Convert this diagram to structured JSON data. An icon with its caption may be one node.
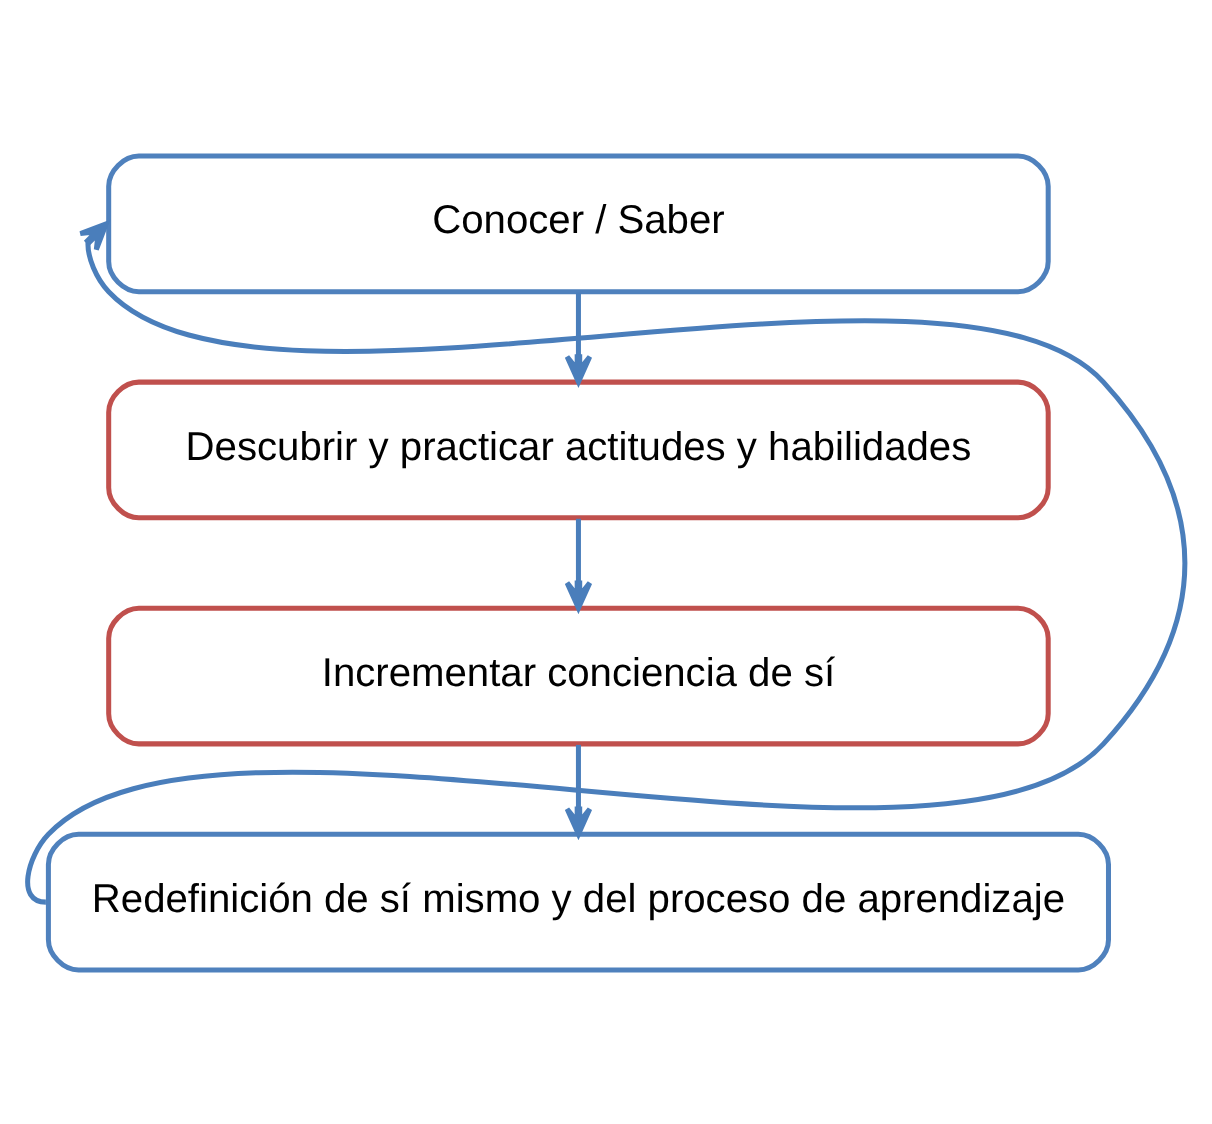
{
  "diagram": {
    "nodes": [
      {
        "text": [
          "Conocer / Saber"
        ]
      },
      {
        "text": [
          "Descubrir y practicar actitudes y habilidades"
        ]
      },
      {
        "text": [
          "Incrementar conciencia de sí"
        ]
      },
      {
        "text": [
          "Redefinición de sí mismo y del proceso de aprendizaje"
        ]
      }
    ],
    "edges": [
      {
        "from": 0,
        "to": 1,
        "arrow": "to"
      },
      {
        "from": 1,
        "to": 2,
        "arrow": "to"
      },
      {
        "from": 2,
        "to": 3,
        "arrow": "to"
      },
      {
        "from": 3,
        "to": 0,
        "arrow": "to"
      }
    ]
  }
}
